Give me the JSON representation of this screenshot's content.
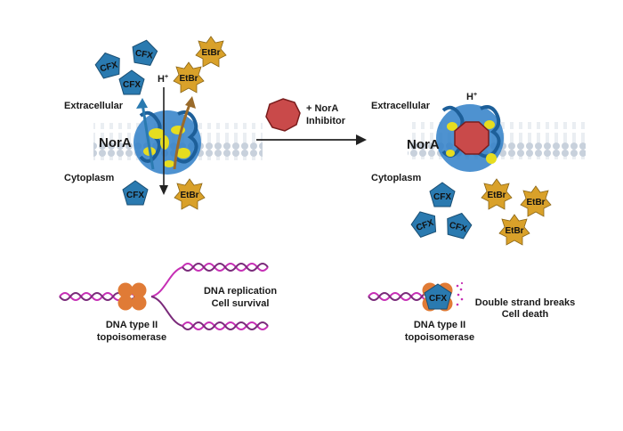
{
  "left_panel": {
    "extracellular_label": "Extracellular",
    "cytoplasm_label": "Cytoplasm",
    "protein_label": "NorA",
    "proton_label": "H",
    "proton_charge": "+",
    "molecules_outside": [
      {
        "type": "CFX",
        "label": "CFX"
      },
      {
        "type": "CFX",
        "label": "CFX"
      },
      {
        "type": "CFX",
        "label": "CFX"
      },
      {
        "type": "EtBr",
        "label": "EtBr"
      },
      {
        "type": "EtBr",
        "label": "EtBr"
      }
    ],
    "molecules_inside": [
      {
        "type": "CFX",
        "label": "CFX"
      },
      {
        "type": "EtBr",
        "label": "EtBr"
      }
    ]
  },
  "transition": {
    "label_line1": "+ NorA",
    "label_line2": "Inhibitor"
  },
  "right_panel": {
    "extracellular_label": "Extracellular",
    "cytoplasm_label": "Cytoplasm",
    "protein_label": "NorA",
    "proton_label": "H",
    "proton_charge": "+",
    "molecules_inside": [
      {
        "type": "CFX",
        "label": "CFX"
      },
      {
        "type": "CFX",
        "label": "CFX"
      },
      {
        "type": "CFX",
        "label": "CFX"
      },
      {
        "type": "EtBr",
        "label": "EtBr"
      },
      {
        "type": "EtBr",
        "label": "EtBr"
      },
      {
        "type": "EtBr",
        "label": "EtBr"
      }
    ]
  },
  "bottom_left": {
    "enzyme_line1": "DNA type II",
    "enzyme_line2": "topoisomerase",
    "outcome_line1": "DNA replication",
    "outcome_line2": "Cell survival"
  },
  "bottom_right": {
    "enzyme_line1": "DNA type II",
    "enzyme_line2": "topoisomerase",
    "bound_drug": "CFX",
    "outcome_line1": "Double strand breaks",
    "outcome_line2": "Cell death"
  },
  "colors": {
    "cfx": "#2a7ab0",
    "etbr": "#d9a12a",
    "inhibitor": "#c94a4a",
    "dna": "#c62fb5",
    "dna_dark": "#7a2a7a",
    "topoisomerase": "#e07b36",
    "membrane": "#c8d1dc",
    "helix_blue": "#2f7fc8",
    "helix_yellow": "#e6dd20"
  }
}
